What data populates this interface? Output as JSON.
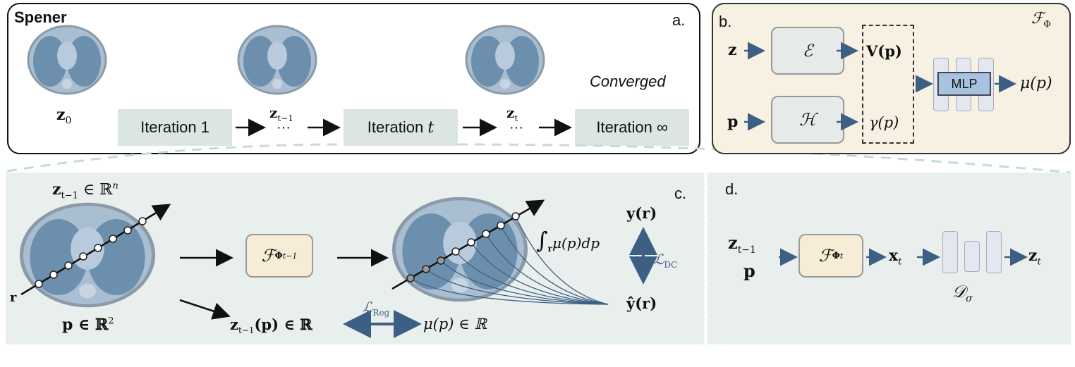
{
  "panel_a": {
    "title": "Spener",
    "tag": "a.",
    "converged": "Converged",
    "z0": "z",
    "z0_sub": "0",
    "ztm1": "z",
    "ztm1_sub": "t−1",
    "zt": "z",
    "zt_sub": "t",
    "dots": "···",
    "iter1": "Iteration 1",
    "itert_prefix": "Iteration ",
    "itert_var": "t",
    "iterinf": "Iteration ∞"
  },
  "panel_b": {
    "tag": "b.",
    "func": "ℱ",
    "func_sub": "Φ",
    "in_z": "z",
    "in_p": "p",
    "enc_E": "ℰ",
    "enc_H": "ℋ",
    "out_V": "V(p)",
    "out_gamma": "γ(p)",
    "mlp": "MLP",
    "mu": "μ(p)"
  },
  "panel_c": {
    "tag": "c.",
    "z_top": "z",
    "z_top_sub": "t−1",
    "z_top_rest": " ∈ ℝ",
    "z_top_sup": "n",
    "r": "r",
    "p_domain": "p ∈ ℝ",
    "p_domain_sup": "2",
    "func": "ℱ",
    "func_sub": "Φ",
    "func_sup": "t−1",
    "integral": "∫",
    "integral_sub": "r",
    "integrand": "μ(p)dp",
    "y": "y(r)",
    "yhat": "ŷ(r)",
    "ldc": "ℒ",
    "ldc_sub": "DC",
    "lreg": "ℒ",
    "lreg_sub": "Reg",
    "zp": "z",
    "zp_sub": "t−1",
    "zp_rest": "(p) ∈ ℝ",
    "mup": "μ(p) ∈ ℝ"
  },
  "panel_d": {
    "tag": "d.",
    "z": "z",
    "z_sub": "t−1",
    "p": "p",
    "func": "ℱ",
    "func_sub": "Φ",
    "func_sup": "t",
    "x": "x",
    "x_sub": "t",
    "zt": "z",
    "zt_sub": "t",
    "d": "𝒟",
    "d_sub": "σ"
  },
  "colors": {
    "arrow_blue": "#3d5f84",
    "box_grey": "#e6ebea",
    "box_cream": "#f7ecd6",
    "bg_panel": "#e9efed",
    "lung_blue": "#6d8fae"
  }
}
